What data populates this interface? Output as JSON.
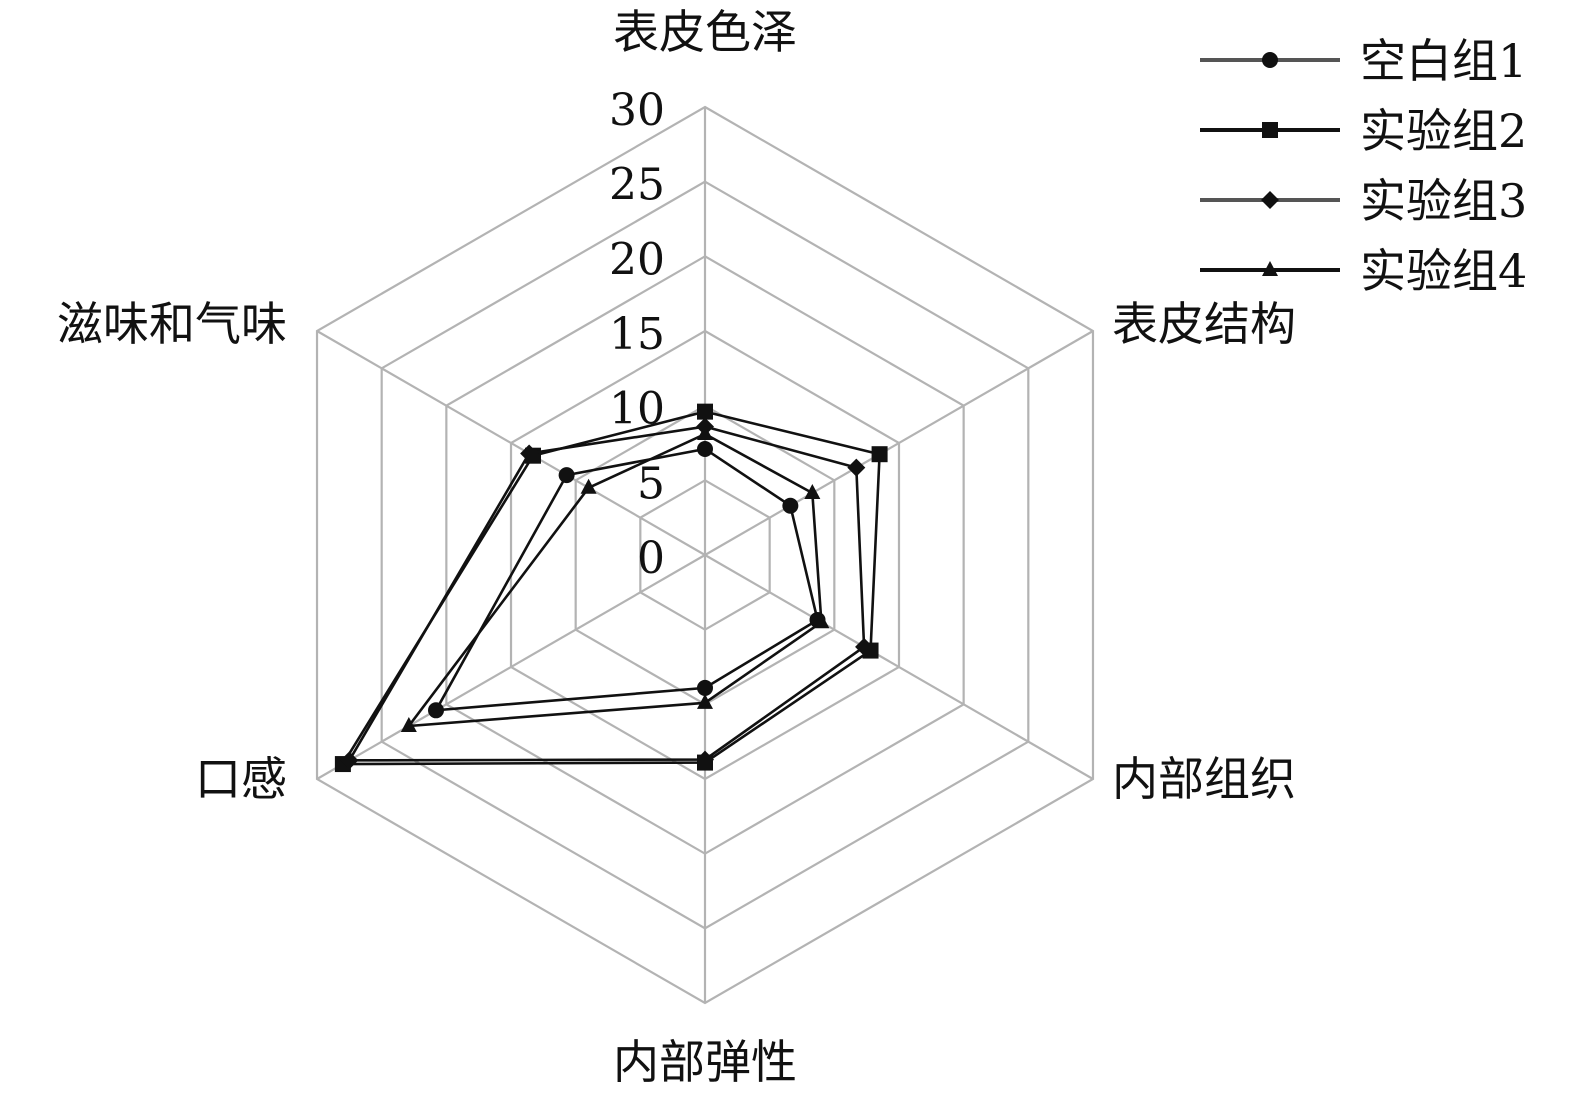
{
  "chart_data": {
    "type": "radar",
    "axes": [
      "表皮色泽",
      "表皮结构",
      "内部组织",
      "内部弹性",
      "口感",
      "滋味和气味"
    ],
    "rlim": [
      0,
      30
    ],
    "ticks": [
      "0",
      "5",
      "10",
      "15",
      "20",
      "25",
      "30"
    ],
    "tick_values": [
      0,
      5,
      10,
      15,
      20,
      25,
      30
    ],
    "grid": true,
    "legend_position": "top-right",
    "series": [
      {
        "name": "空白组1",
        "marker": "circle",
        "values": [
          7.1,
          6.6,
          8.7,
          8.9,
          20.8,
          10.7
        ]
      },
      {
        "name": "实验组2",
        "marker": "square",
        "values": [
          9.6,
          13.5,
          12.8,
          13.9,
          28.0,
          13.3
        ]
      },
      {
        "name": "实验组3",
        "marker": "diamond",
        "values": [
          8.6,
          11.7,
          12.3,
          13.7,
          27.5,
          13.6
        ]
      },
      {
        "name": "实验组4",
        "marker": "triangle",
        "values": [
          8.1,
          8.3,
          9.0,
          9.9,
          22.9,
          9.0
        ]
      }
    ],
    "colors": {
      "grid": "#b3b3b3",
      "series": "#111111"
    }
  }
}
